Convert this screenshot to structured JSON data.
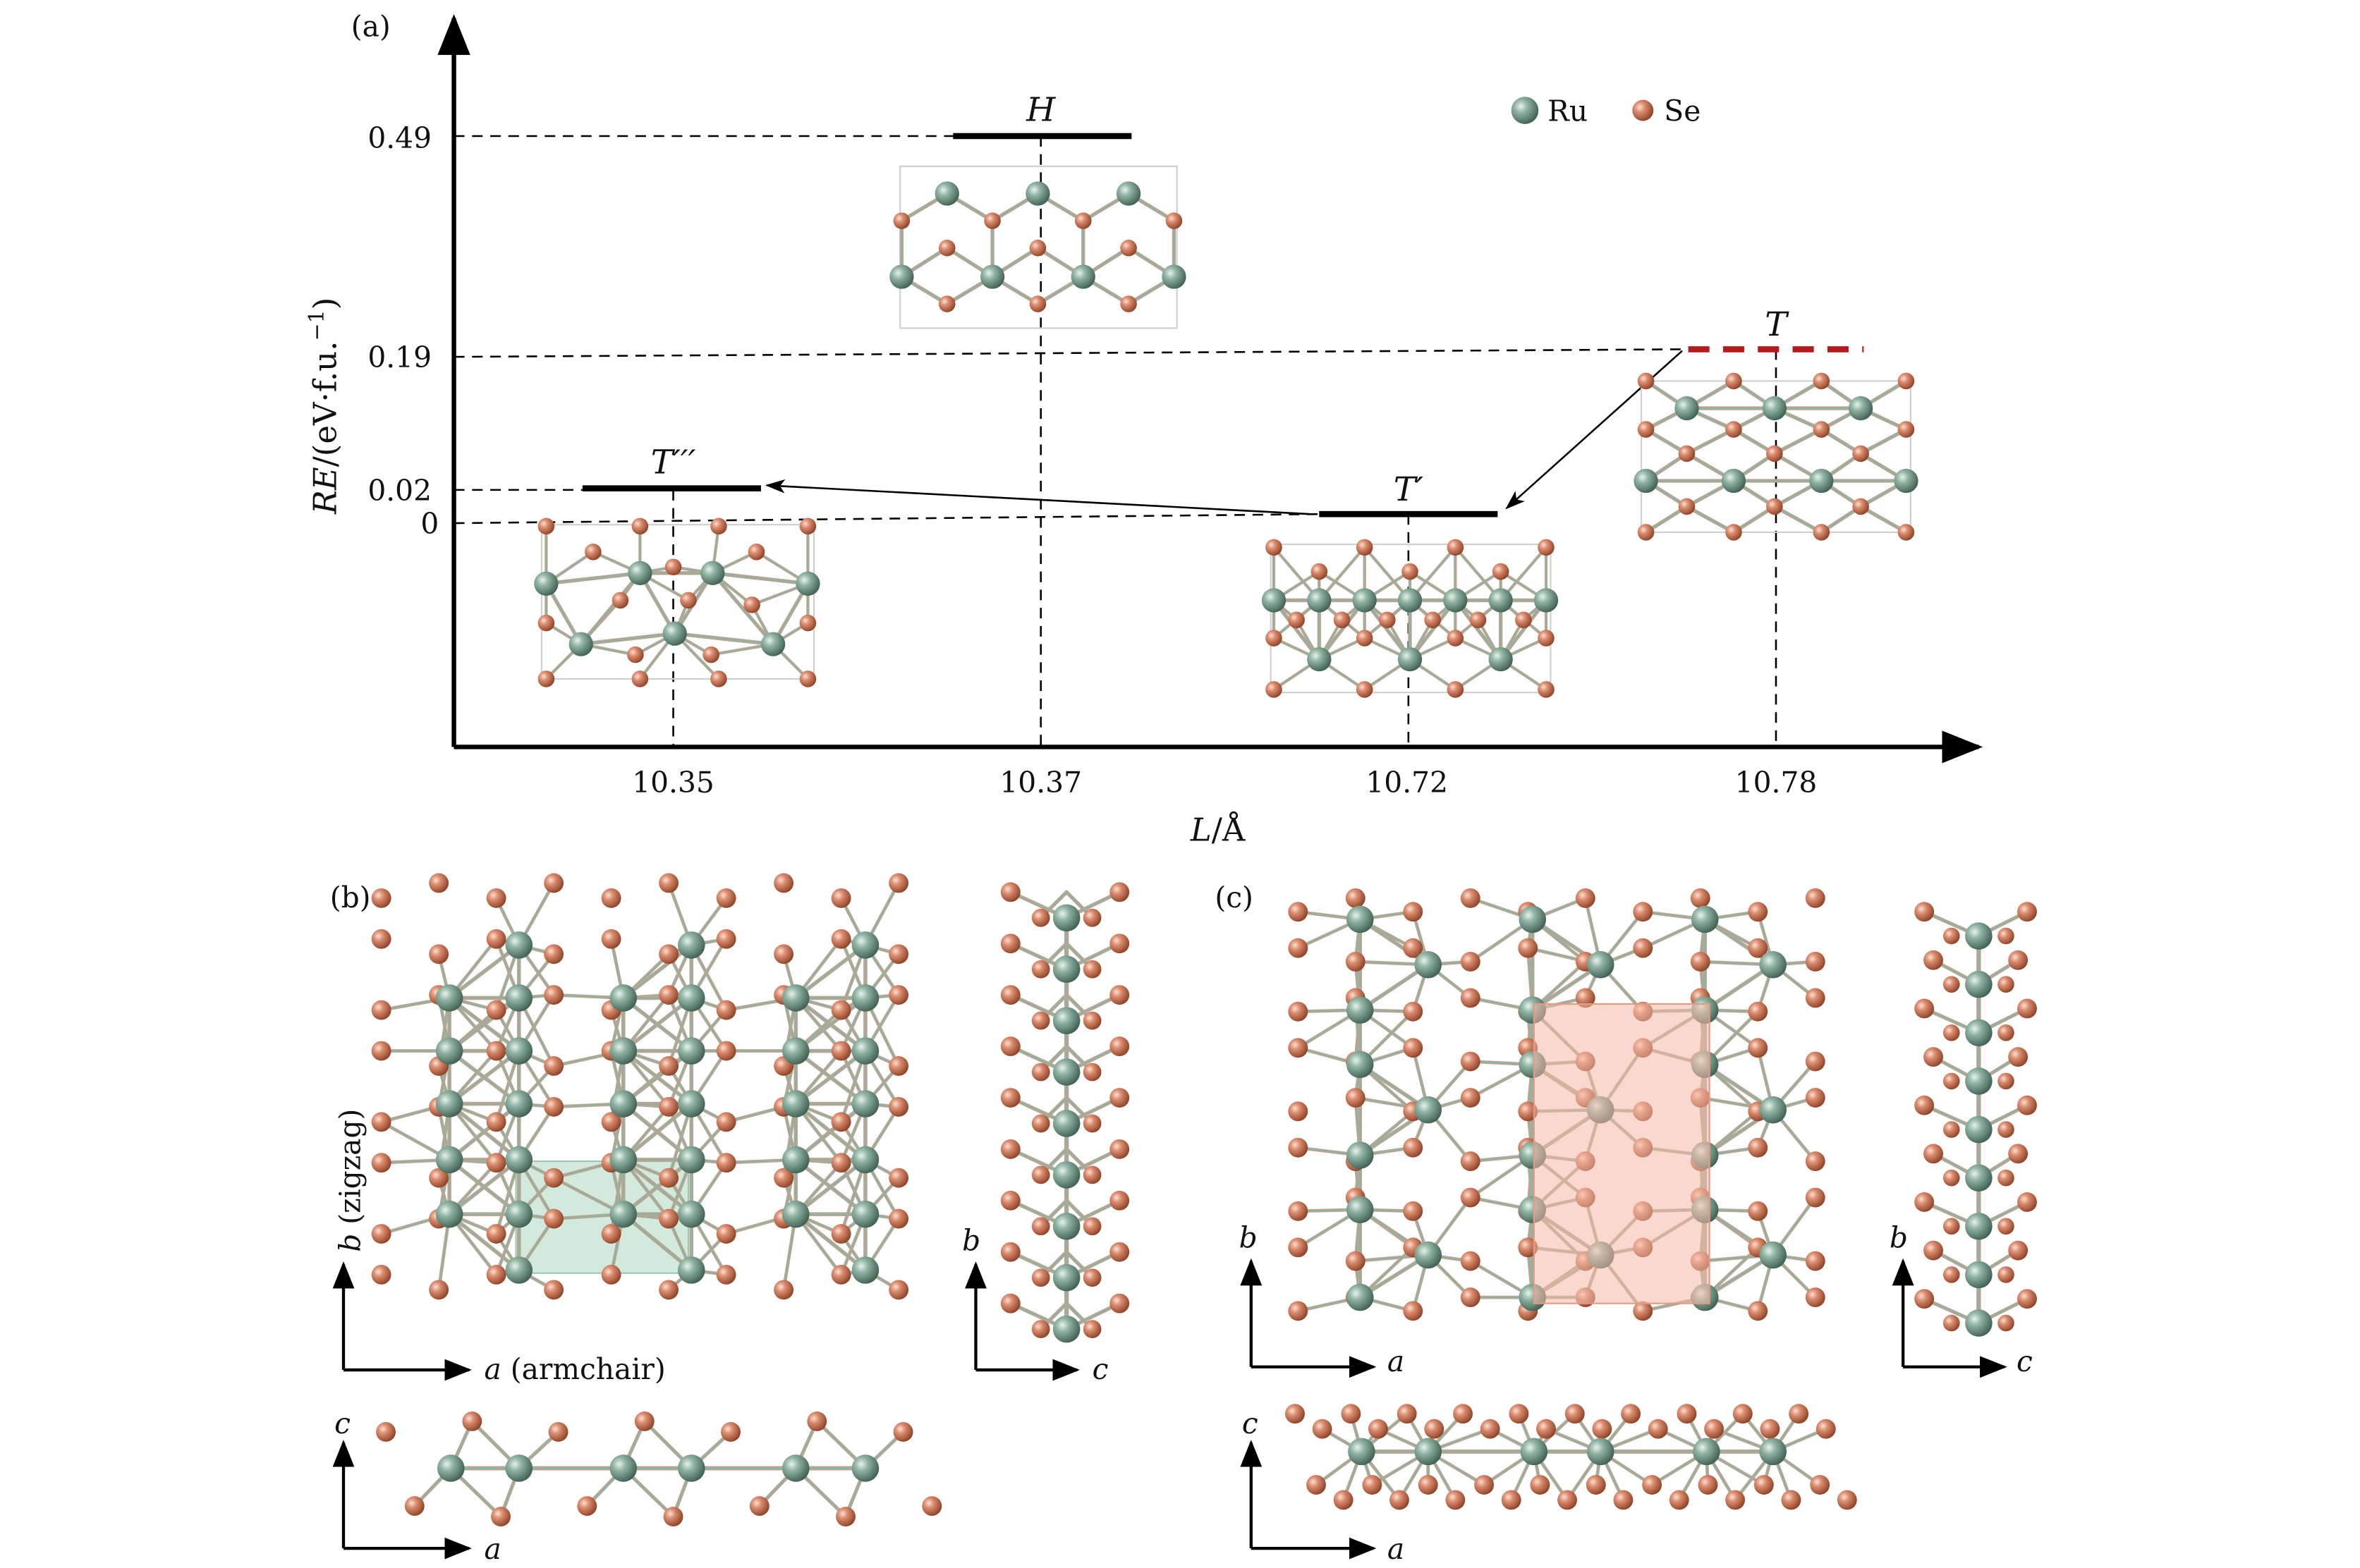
{
  "panel_a": {
    "label": "(a)",
    "ylabel": "RE/(eV·f.u.⁻¹)",
    "ylabel_italic": "RE",
    "ylabel_rest": "/(eV·f.u.",
    "ylabel_sup": "−1",
    "ylabel_close": ")",
    "xlabel": "L/Å",
    "xlabel_italic": "L",
    "xlabel_rest": "/Å",
    "y_ticks": [
      "0.49",
      "0.19",
      "0.02",
      "0"
    ],
    "x_ticks": [
      "10.35",
      "10.37",
      "10.72",
      "10.78"
    ],
    "legend": {
      "ru": "Ru",
      "se": "Se"
    },
    "phases": [
      {
        "name": "H",
        "L": "10.37",
        "RE": 0.49
      },
      {
        "name": "T",
        "L": "10.78",
        "RE": 0.19,
        "style": "dashed-red"
      },
      {
        "name": "T′′′",
        "L": "10.35",
        "RE": 0.02
      },
      {
        "name": "T′",
        "L": "10.72",
        "RE": 0
      }
    ]
  },
  "panel_b": {
    "label": "(b)",
    "axis_b": "b",
    "axis_b_note": "(zigzag)",
    "axis_a": "a",
    "axis_a_note": "(armchair)",
    "side_axis_b": "b",
    "side_axis_c": "c",
    "bottom_axis_c": "c",
    "bottom_axis_a": "a"
  },
  "panel_c": {
    "label": "(c)",
    "axis_b": "b",
    "axis_a": "a",
    "side_axis_b": "b",
    "side_axis_c": "c",
    "bottom_axis_c": "c",
    "bottom_axis_a": "a"
  },
  "colors": {
    "ru": "#7d9e8e",
    "se": "#d88a6c",
    "ru_bond": "#8fb3a2",
    "se_bond": "#d9957a",
    "unit_cell_b": "#bfe0cf",
    "unit_cell_c": "#f4b9a8",
    "T_level": "#b51a1a"
  }
}
